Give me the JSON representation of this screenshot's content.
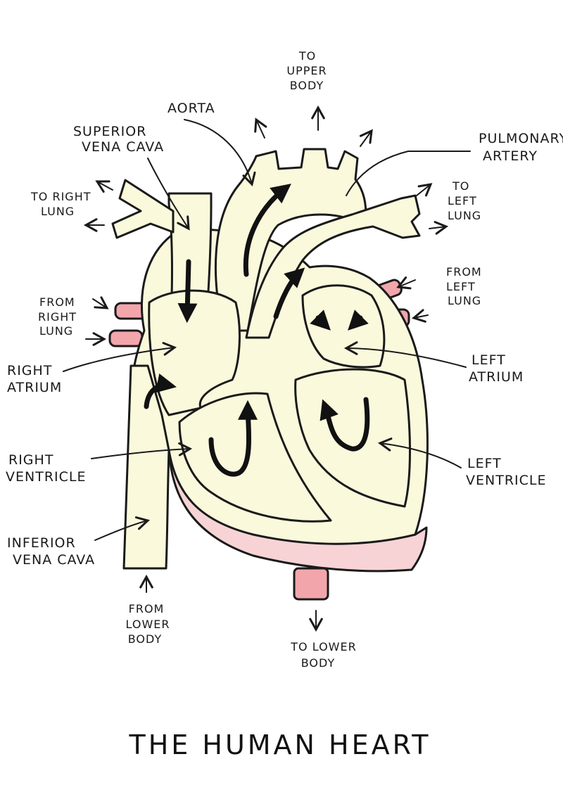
{
  "title": "THE HUMAN HEART",
  "colors": {
    "tissue": "#FBF9DC",
    "vessel_pink": "#F2A6AC",
    "pericardium": "#F7D3D6",
    "ink": "#1a1a1a"
  },
  "labels": {
    "to_upper_body": [
      "TO",
      "UPPER",
      "BODY"
    ],
    "aorta": [
      "AORTA"
    ],
    "superior_vena_cava": [
      "SUPERIOR",
      "VENA CAVA"
    ],
    "pulmonary_artery": [
      "PULMONARY",
      "ARTERY"
    ],
    "to_right_lung": [
      "TO RIGHT",
      "LUNG"
    ],
    "to_left_lung": [
      "TO",
      "LEFT",
      "LUNG"
    ],
    "from_right_lung": [
      "FROM",
      "RIGHT",
      "LUNG"
    ],
    "from_left_lung": [
      "FROM",
      "LEFT",
      "LUNG"
    ],
    "right_atrium": [
      "RIGHT",
      "ATRIUM"
    ],
    "left_atrium": [
      "LEFT",
      "ATRIUM"
    ],
    "right_ventricle": [
      "RIGHT",
      "VENTRICLE"
    ],
    "left_ventricle": [
      "LEFT",
      "VENTRICLE"
    ],
    "inferior_vena_cava": [
      "INFERIOR",
      "VENA CAVA"
    ],
    "from_lower_body": [
      "FROM",
      "LOWER",
      "BODY"
    ],
    "to_lower_body": [
      "TO LOWER",
      "BODY"
    ]
  },
  "icons": [
    "arrow-up-icon",
    "arrow-down-icon",
    "arrow-left-icon",
    "arrow-right-icon",
    "flow-arrow-icon"
  ]
}
